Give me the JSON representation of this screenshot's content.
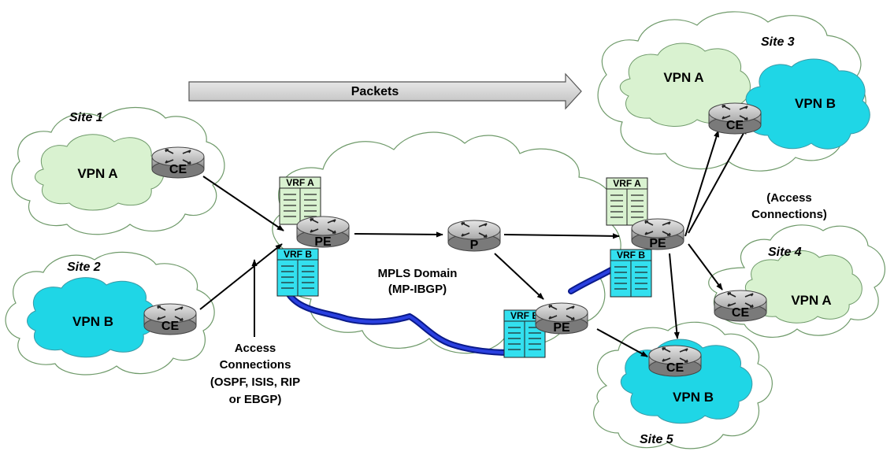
{
  "packets_label": "Packets",
  "sites": {
    "site1": "Site 1",
    "site2": "Site 2",
    "site3": "Site 3",
    "site4": "Site 4",
    "site5": "Site 5"
  },
  "vpns": {
    "site1": "VPN A",
    "site2": "VPN B",
    "site3_a": "VPN A",
    "site3_b": "VPN B",
    "site4": "VPN A",
    "site5": "VPN B"
  },
  "routers": {
    "ce": "CE",
    "pe": "PE",
    "p": "P"
  },
  "vrf": {
    "a": "VRF A",
    "b": "VRF B"
  },
  "mpls": {
    "line1": "MPLS Domain",
    "line2": "(MP-IBGP)"
  },
  "access_left": {
    "line1": "Access",
    "line2": "Connections",
    "line3": "(OSPF, ISIS, RIP",
    "line4": "or EBGP)"
  },
  "access_right": {
    "line1": "(Access",
    "line2": "Connections)"
  },
  "colors": {
    "vpn_a": "#d9f2d0",
    "vpn_b": "#1fd6e6",
    "vrf_a": "#d9f2d0",
    "vrf_b": "#33e0ef",
    "tunnel": "#1a2fd0",
    "router": "#9a9a9a"
  }
}
